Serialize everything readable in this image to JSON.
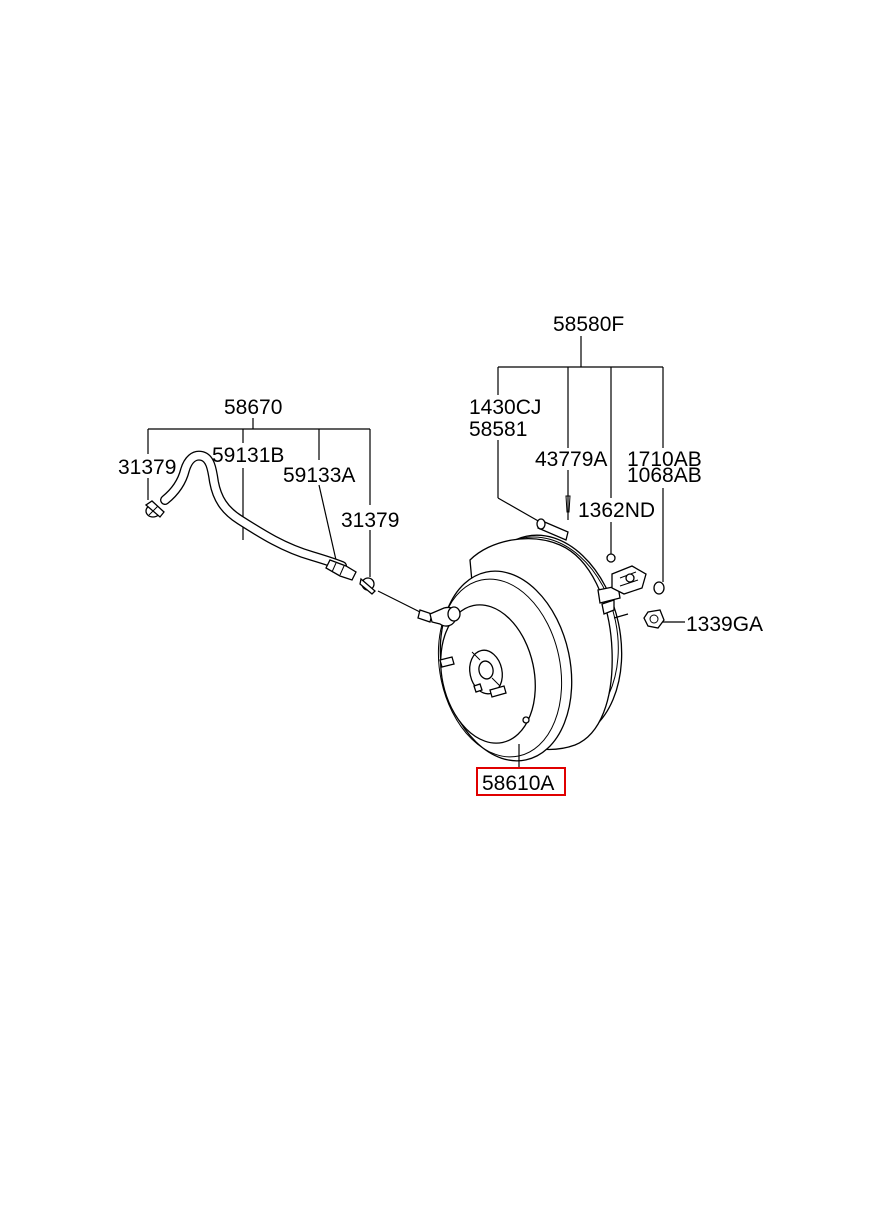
{
  "labels": {
    "assy_58580F": "58580F",
    "l_1430CJ": "1430CJ",
    "l_58581": "58581",
    "l_43779A": "43779A",
    "l_1710AB": "1710AB",
    "l_1068AB": "1068AB",
    "l_1362ND": "1362ND",
    "l_1339GA": "1339GA",
    "assy_58670": "58670",
    "l_31379_left": "31379",
    "l_59131B": "59131B",
    "l_59133A": "59133A",
    "l_31379_right": "31379",
    "l_58610A": "58610A"
  },
  "highlight": {
    "part": "58610A",
    "color": "#e00000"
  }
}
